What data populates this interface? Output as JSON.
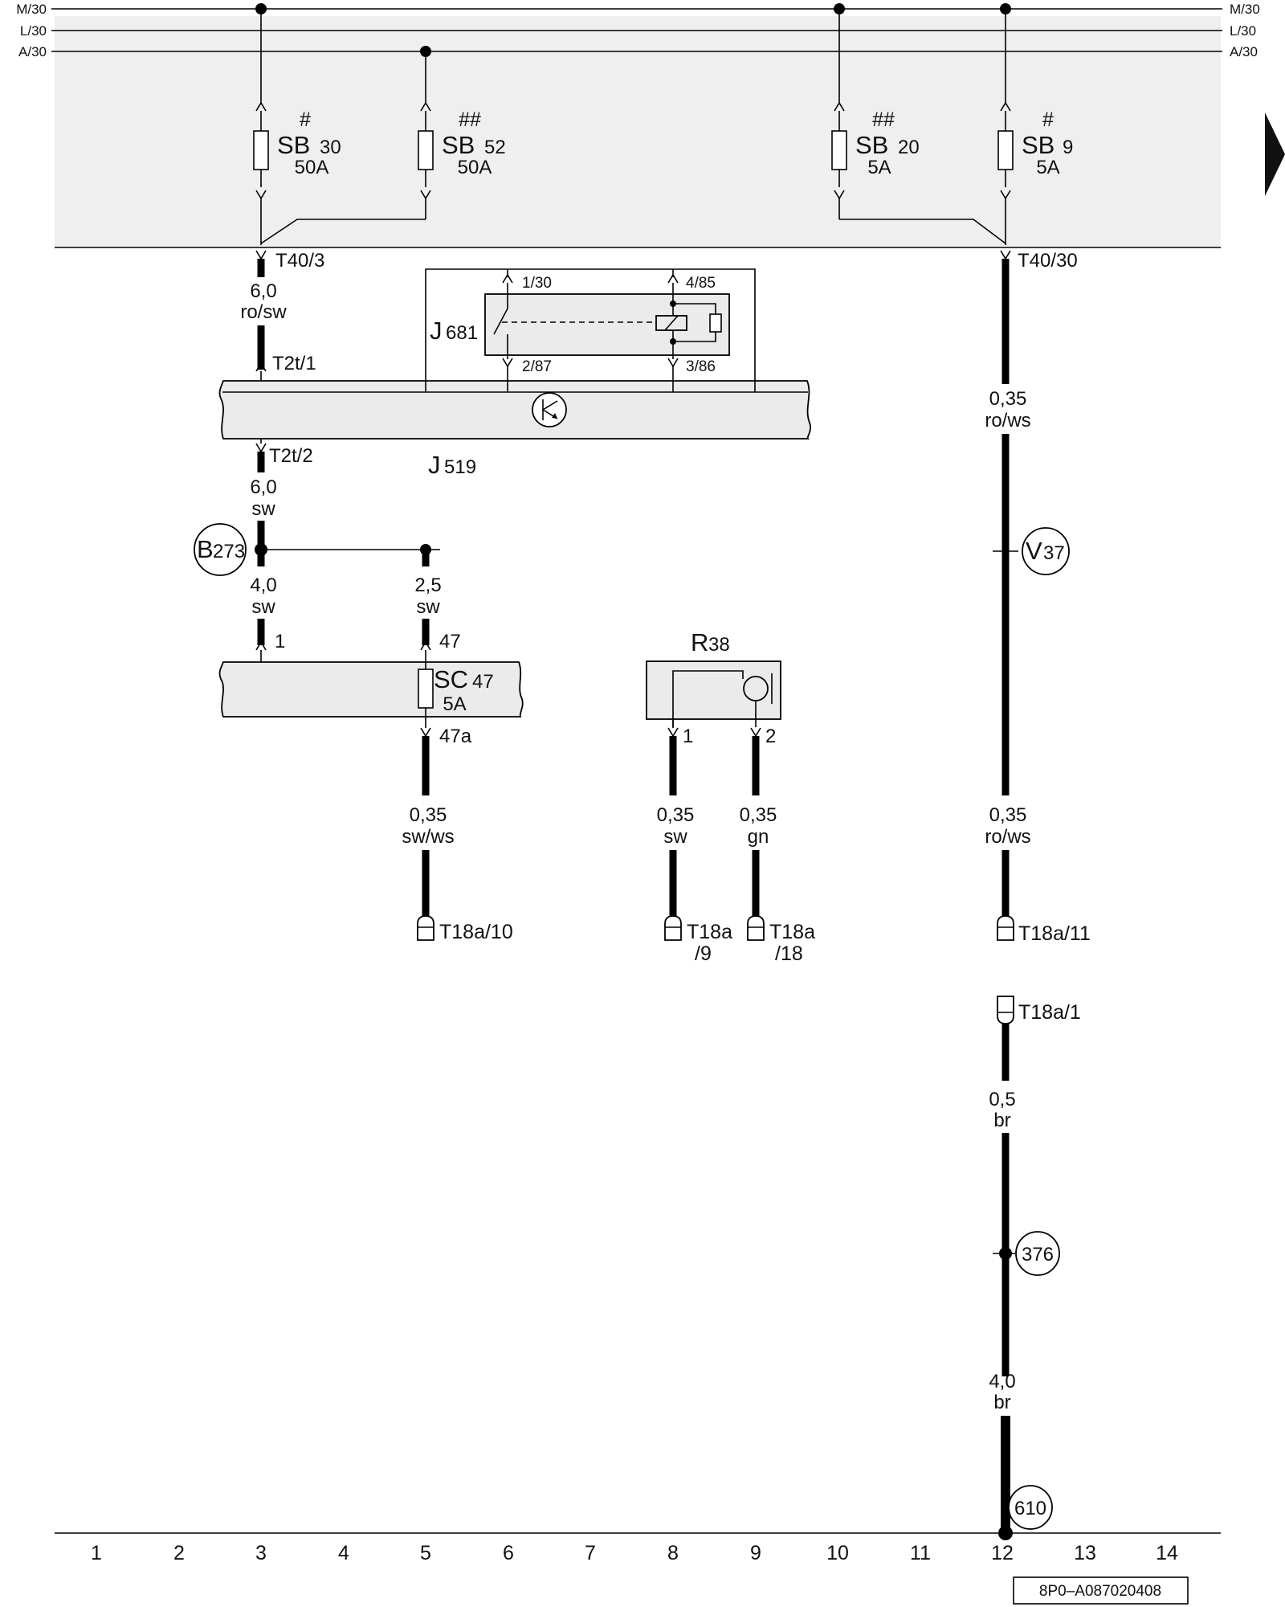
{
  "rails": {
    "m30": "M/30",
    "l30": "L/30",
    "a30": "A/30"
  },
  "fuses": {
    "sb30": {
      "mark": "#",
      "name": "SB",
      "num": "30",
      "rating": "50A"
    },
    "sb52": {
      "mark": "##",
      "name": "SB",
      "num": "52",
      "rating": "50A"
    },
    "sb20": {
      "mark": "##",
      "name": "SB",
      "num": "20",
      "rating": "5A"
    },
    "sb9": {
      "mark": "#",
      "name": "SB",
      "num": "9",
      "rating": "5A"
    },
    "sc47": {
      "name": "SC",
      "num": "47",
      "rating": "5A"
    }
  },
  "components": {
    "j681": {
      "name": "J",
      "num": "681"
    },
    "j519": {
      "name": "J",
      "num": "519"
    },
    "r38": {
      "name": "R",
      "num": "38"
    }
  },
  "connectors": {
    "t40_3": "T40/3",
    "t40_30": "T40/30",
    "t2t_1": "T2t/1",
    "t2t_2": "T2t/2",
    "relay_1_30": "1/30",
    "relay_2_87": "2/87",
    "relay_4_85": "4/85",
    "relay_3_86": "3/86",
    "sc_pin_1": "1",
    "sc_pin_47": "47",
    "sc_pin_47a": "47a",
    "r38_pin_1": "1",
    "r38_pin_2": "2",
    "t18a_10": "T18a/10",
    "t18a_9_a": "T18a",
    "t18a_9_b": "/9",
    "t18a_18_a": "T18a",
    "t18a_18_b": "/18",
    "t18a_11": "T18a/11",
    "t18a_1": "T18a/1"
  },
  "wires": {
    "w_t40_3": {
      "size": "6,0",
      "color": "ro/sw"
    },
    "w_t2t_2": {
      "size": "6,0",
      "color": "sw"
    },
    "w_b273_down": {
      "size": "4,0",
      "color": "sw"
    },
    "w_b273_branch": {
      "size": "2,5",
      "color": "sw"
    },
    "w_sc47a": {
      "size": "0,35",
      "color": "sw/ws"
    },
    "w_r38_1": {
      "size": "0,35",
      "color": "sw"
    },
    "w_r38_2": {
      "size": "0,35",
      "color": "gn"
    },
    "w_t40_30": {
      "size": "0,35",
      "color": "ro/ws"
    },
    "w_v37_down": {
      "size": "0,35",
      "color": "ro/ws"
    },
    "w_t18a_1": {
      "size": "0,5",
      "color": "br"
    },
    "w_376_down": {
      "size": "4,0",
      "color": "br"
    }
  },
  "nodes": {
    "b273": {
      "name": "B",
      "num": "273"
    },
    "v37": {
      "name": "V",
      "num": "37"
    },
    "n376": "376",
    "n610": "610"
  },
  "track_numbers": [
    "1",
    "2",
    "3",
    "4",
    "5",
    "6",
    "7",
    "8",
    "9",
    "10",
    "11",
    "12",
    "13",
    "14"
  ],
  "drawing_id": "8P0–A087020408",
  "colors": {
    "fuse_panel_fill": "#efefef",
    "component_fill": "#ebebeb",
    "line": "#000000"
  }
}
